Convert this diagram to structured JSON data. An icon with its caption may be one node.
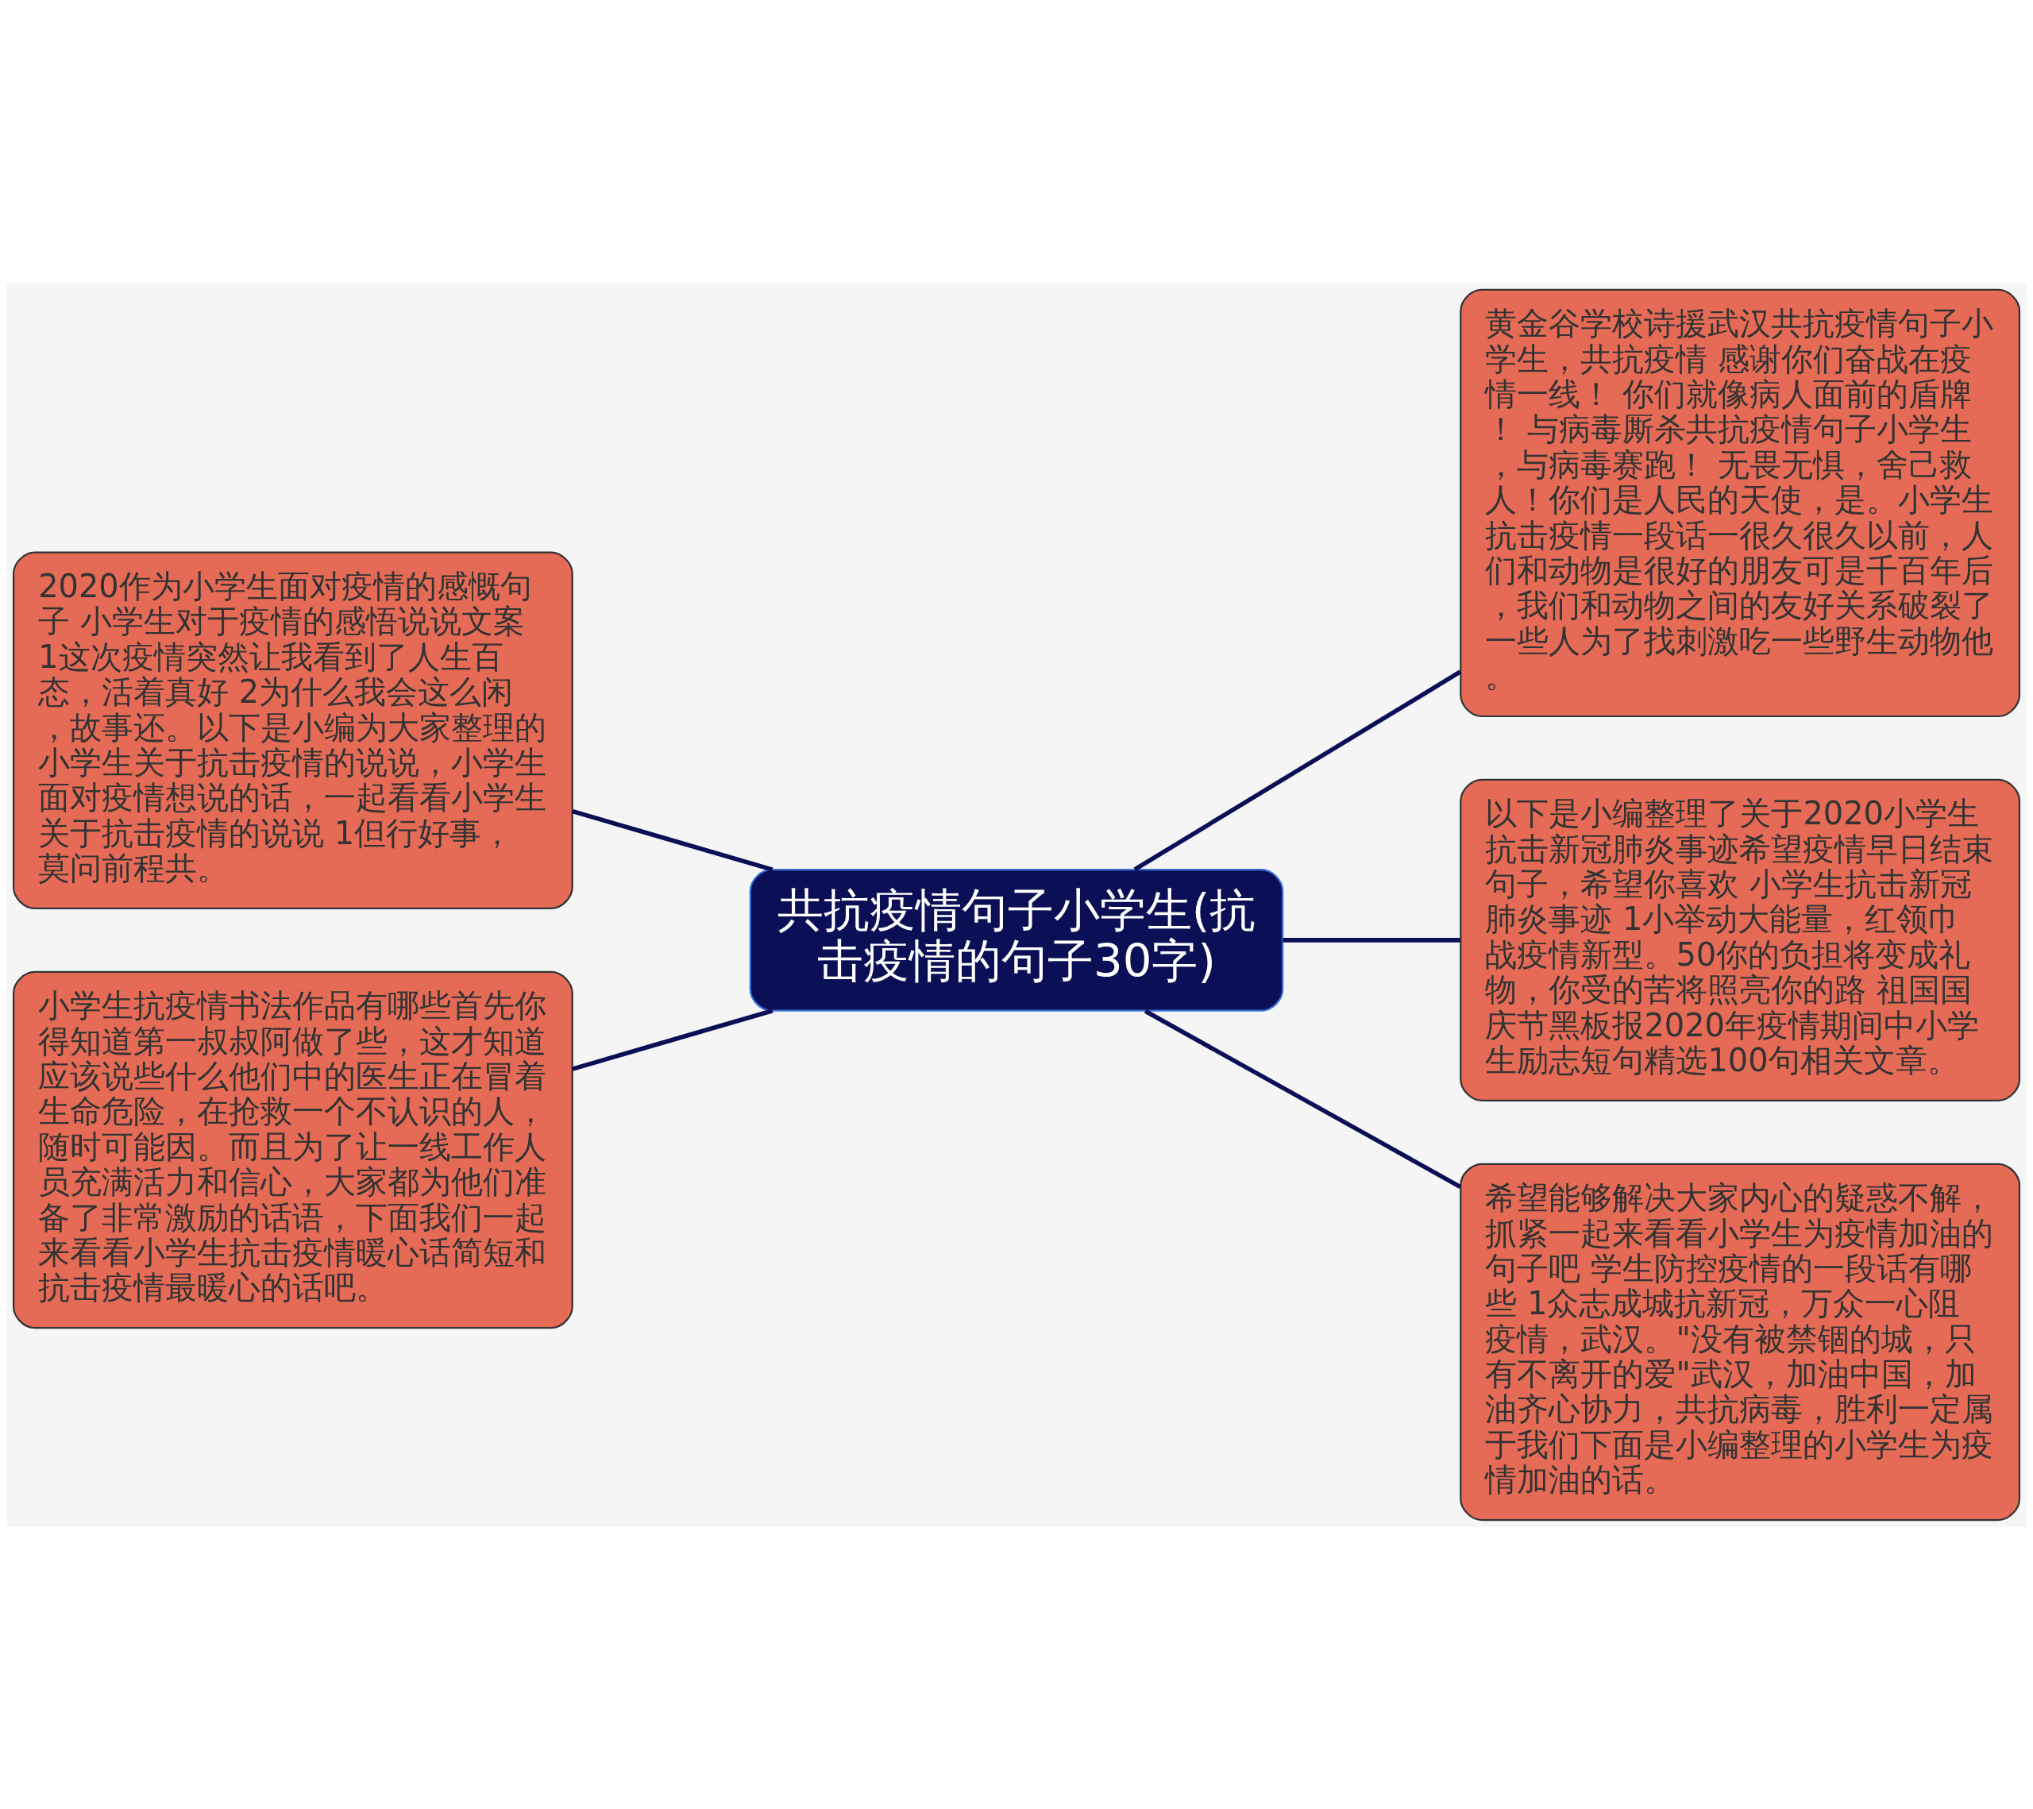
{
  "diagram": {
    "nodes": [
      {
        "text": [
          "共抗疫情句子小学生(抗击疫情的句子30字)"
        ]
      },
      {
        "text": [
          "2020作为小学生面对疫情的感慨句子 小学生对于疫情的感悟说说文案 1这次疫情突然让我看到了人生百态，活着真好 2为什么我会这么闲，故事还。以下是小编为大家整理的小学生关于抗击疫情的说说，小学生面对疫情想说的话，一起看看小学生关于抗击疫情的说说 1但行好事，莫问前程共。"
        ]
      },
      {
        "text": [
          "小学生抗疫情书法作品有哪些首先你得知道第一叔叔阿做了些，这才知道应该说些什么他们中的医生正在冒着生命危险，在抢救一个不认识的人，随时可能因。而且为了让一线工作人员充满活力和信心，大家都为他们准备了非常激励的话语，下面我们一起来看看小学生抗击疫情暖心话简短和抗击疫情最暖心的话吧。"
        ]
      },
      {
        "text": [
          "黄金谷学校诗援武汉共抗疫情句子小学生，共抗疫情 感谢你们奋战在疫情一线！ 你们就像病人面前的盾牌！ 与病毒厮杀共抗疫情句子小学生，与病毒赛跑！ 无畏无惧，舍己救人！你们是人民的天使，是。小学生抗击疫情一段话一很久很久以前，人们和动物是很好的朋友可是千百年后，我们和动物之间的友好关系破裂了一些人为了找刺激吃一些野生动物他。"
        ]
      },
      {
        "text": [
          "以下是小编整理了关于2020小学生抗击新冠肺炎事迹希望疫情早日结束句子，希望你喜欢 小学生抗击新冠肺炎事迹 1小举动大能量，红领巾战疫情新型。50你的负担将变成礼物，你受的苦将照亮你的路 祖国国庆节黑板报2020年疫情期间中小学生励志短句精选100句相关文章。"
        ]
      },
      {
        "text": [
          "希望能够解决大家内心的疑惑不解，抓紧一起来看看小学生为疫情加油的句子吧 学生防控疫情的一段话有哪些 1众志成城抗新冠，万众一心阻疫情，武汉。\"没有被禁锢的城，只有不离开的爱\"武汉，加油中国，加油齐心协力，共抗病毒，胜利一定属于我们下面是小编整理的小学生为疫情加油的话。"
        ]
      }
    ],
    "edges": [
      {
        "from": 0,
        "to": 1,
        "arrow": "none"
      },
      {
        "from": 0,
        "to": 2,
        "arrow": "none"
      },
      {
        "from": 0,
        "to": 3,
        "arrow": "none"
      },
      {
        "from": 0,
        "to": 4,
        "arrow": "none"
      },
      {
        "from": 0,
        "to": 5,
        "arrow": "none"
      }
    ]
  }
}
